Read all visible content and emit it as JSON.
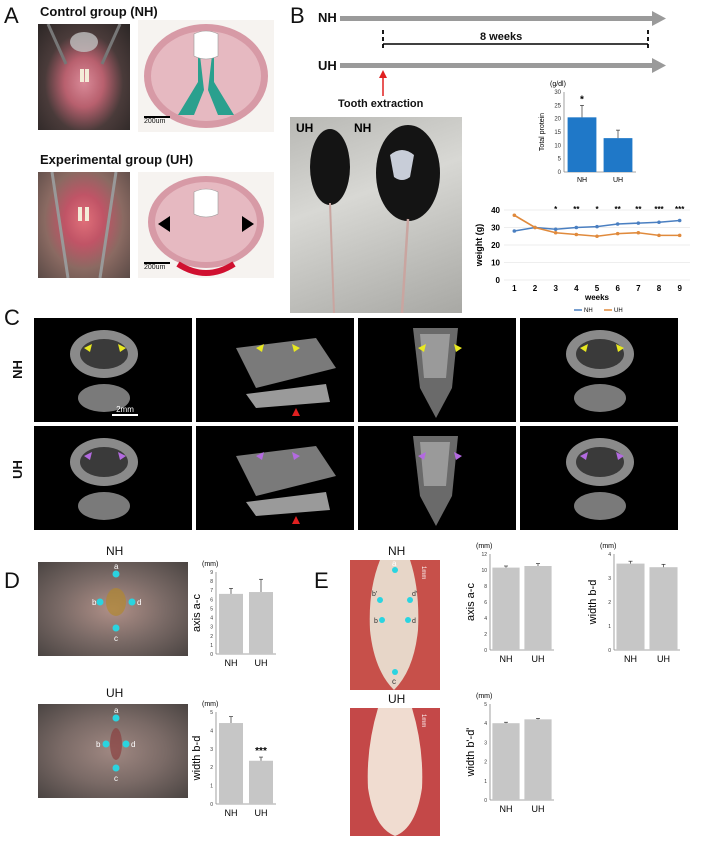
{
  "panels": {
    "A": {
      "letter": "A",
      "control_title": "Control group (NH)",
      "exp_title": "Experimental group (UH)",
      "scale_top": "200um",
      "scale_bottom": "200um"
    },
    "B": {
      "letter": "B",
      "timeline_nh": "NH",
      "timeline_uh": "UH",
      "weeks_label": "8 weeks",
      "extraction_label": "Tooth extraction",
      "photo_uh": "UH",
      "photo_nh": "NH"
    },
    "C": {
      "letter": "C",
      "row_nh": "NH",
      "row_uh": "UH",
      "scale": "2mm"
    },
    "D": {
      "letter": "D",
      "nh_title": "NH",
      "uh_title": "UH"
    },
    "E": {
      "letter": "E",
      "nh_title": "NH",
      "uh_title": "UH",
      "scale_nh": "1mm",
      "scale_uh": "1mm"
    }
  },
  "colors": {
    "bar_blue": "#1f78c8",
    "bar_gray": "#c6c6c6",
    "nh_line": "#4a7fc1",
    "uh_line": "#e08a3c",
    "arrow_gray": "#9a9a9a",
    "red": "#e02020",
    "cyan_dot": "#2ad4e0"
  },
  "chart_data": [
    {
      "id": "total-protein",
      "type": "bar",
      "categories": [
        "NH",
        "UH"
      ],
      "values": [
        20.5,
        12.7
      ],
      "errors": [
        4.5,
        3.0
      ],
      "ylabel": "Total protein",
      "unit": "(g/dl)",
      "ylim": [
        0,
        30
      ],
      "yticks": [
        0,
        5,
        10,
        15,
        20,
        25,
        30
      ],
      "annotations": [
        {
          "category": "NH",
          "text": "*"
        }
      ]
    },
    {
      "id": "weight",
      "type": "line",
      "x": [
        1,
        2,
        3,
        4,
        5,
        6,
        7,
        8,
        9
      ],
      "xlabel": "weeks",
      "ylabel": "weight (g)",
      "ylim": [
        0,
        40
      ],
      "yticks": [
        0,
        10,
        20,
        30,
        40
      ],
      "series": [
        {
          "name": "NH",
          "values": [
            28,
            30,
            29,
            30,
            30.5,
            32,
            32.5,
            33,
            34
          ]
        },
        {
          "name": "UH",
          "values": [
            37,
            30,
            27,
            26,
            25,
            26.5,
            27,
            25.5,
            25.5
          ]
        }
      ],
      "significance": [
        "",
        "",
        "*",
        "**",
        "*",
        "**",
        "**",
        "***",
        "***"
      ],
      "legend": "bottom"
    },
    {
      "id": "D-axis-ac",
      "type": "bar",
      "categories": [
        "NH",
        "UH"
      ],
      "values": [
        6.6,
        6.8
      ],
      "errors": [
        0.6,
        1.4
      ],
      "ylabel": "axis a-c",
      "unit": "(mm)",
      "ylim": [
        0,
        9
      ],
      "yticks": [
        0,
        1,
        2,
        3,
        4,
        5,
        6,
        7,
        8,
        9
      ]
    },
    {
      "id": "D-width-bd",
      "type": "bar",
      "categories": [
        "NH",
        "UH"
      ],
      "values": [
        4.4,
        2.35
      ],
      "errors": [
        0.35,
        0.2
      ],
      "ylabel": "width b-d",
      "unit": "(mm)",
      "ylim": [
        0,
        5
      ],
      "yticks": [
        0,
        1,
        2,
        3,
        4,
        5
      ],
      "annotations": [
        {
          "category": "UH",
          "text": "***"
        }
      ]
    },
    {
      "id": "E-axis-ac",
      "type": "bar",
      "categories": [
        "NH",
        "UH"
      ],
      "values": [
        10.3,
        10.5
      ],
      "errors": [
        0.2,
        0.3
      ],
      "ylabel": "axis a-c",
      "unit": "(mm)",
      "ylim": [
        0,
        12
      ],
      "yticks": [
        0,
        2,
        4,
        6,
        8,
        10,
        12
      ]
    },
    {
      "id": "E-width-bd",
      "type": "bar",
      "categories": [
        "NH",
        "UH"
      ],
      "values": [
        3.6,
        3.45
      ],
      "errors": [
        0.1,
        0.12
      ],
      "ylabel": "width b-d",
      "unit": "(mm)",
      "ylim": [
        0,
        4
      ],
      "yticks": [
        0,
        0.5,
        1,
        1.5,
        2,
        2.5,
        3,
        3.5,
        4
      ],
      "ytick_labels": [
        "0",
        "",
        "1",
        "",
        "2",
        "",
        "3",
        "",
        "4"
      ]
    },
    {
      "id": "E-width-b'd'",
      "type": "bar",
      "categories": [
        "NH",
        "UH"
      ],
      "values": [
        4.0,
        4.2
      ],
      "errors": [
        0.05,
        0.05
      ],
      "ylabel": "width b'-d'",
      "unit": "(mm)",
      "ylim": [
        0,
        5
      ],
      "yticks": [
        0,
        1,
        2,
        3,
        4,
        5
      ]
    }
  ]
}
